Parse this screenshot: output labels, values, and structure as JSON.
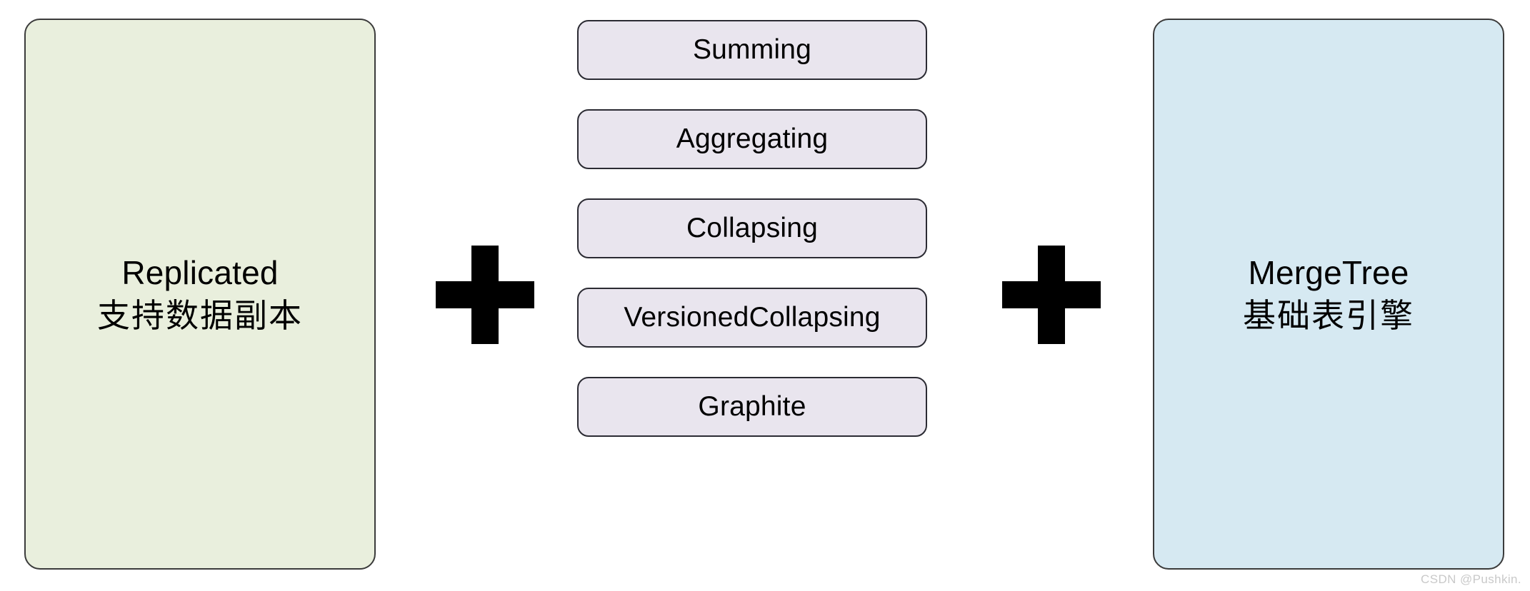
{
  "diagram": {
    "type": "composition",
    "left_card": {
      "title": "Replicated",
      "subtitle": "支持数据副本",
      "fill_color": "#e9efdd",
      "border_color": "#3b3b3b"
    },
    "right_card": {
      "title": "MergeTree",
      "subtitle": "基础表引擎",
      "fill_color": "#d6e9f2",
      "border_color": "#3b3b3b"
    },
    "operators": [
      {
        "symbol": "+",
        "name": "plus-left"
      },
      {
        "symbol": "+",
        "name": "plus-right"
      }
    ],
    "middle_options": [
      {
        "label": "Summing"
      },
      {
        "label": "Aggregating"
      },
      {
        "label": "Collapsing"
      },
      {
        "label": "VersionedCollapsing"
      },
      {
        "label": "Graphite"
      }
    ],
    "middle_fill_color": "#e9e5ee",
    "middle_border_color": "#2b2b33"
  },
  "watermark": {
    "text": "CSDN @Pushkin."
  }
}
